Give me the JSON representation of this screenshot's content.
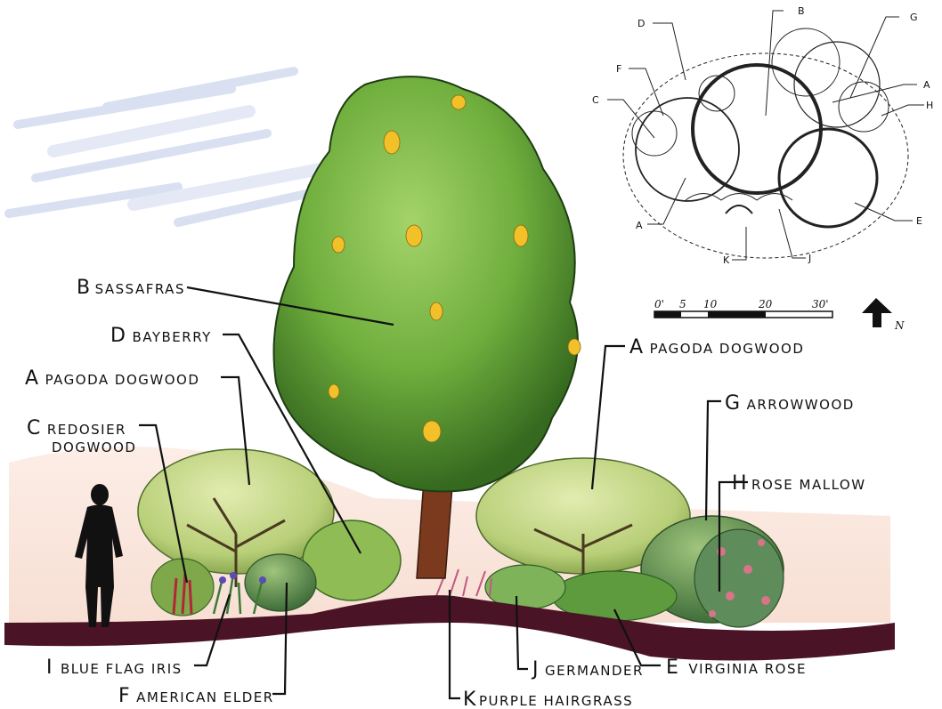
{
  "elevation": {
    "labels": [
      {
        "letter": "B",
        "name": "Sassafras"
      },
      {
        "letter": "D",
        "name": "Bayberry"
      },
      {
        "letter": "A",
        "name": "Pagoda Dogwood"
      },
      {
        "letter": "C",
        "name": "Redosier",
        "name2": "Dogwood"
      },
      {
        "letter": "A",
        "name": "Pagoda Dogwood"
      },
      {
        "letter": "G",
        "name": "Arrowwood"
      },
      {
        "letter": "H",
        "name": "Rose Mallow"
      },
      {
        "letter": "I",
        "name": "Blue Flag Iris"
      },
      {
        "letter": "F",
        "name": "American Elder"
      },
      {
        "letter": "K",
        "name": "Purple Hairgrass"
      },
      {
        "letter": "J",
        "name": "Germander"
      },
      {
        "letter": "E",
        "name": "Virginia Rose"
      }
    ]
  },
  "plan": {
    "labels": [
      "B",
      "D",
      "G",
      "F",
      "C",
      "A",
      "H",
      "A",
      "E",
      "K",
      "J"
    ]
  },
  "scale_bar": {
    "ticks": [
      "0'",
      "5",
      "10",
      "20",
      "30'"
    ],
    "north": "N"
  },
  "colors": {
    "tree_light": "#8cc455",
    "tree_dark": "#3f7a25",
    "shrub_light": "#c9dc8a",
    "ground": "#4a1426",
    "rose": "#d9738a"
  }
}
